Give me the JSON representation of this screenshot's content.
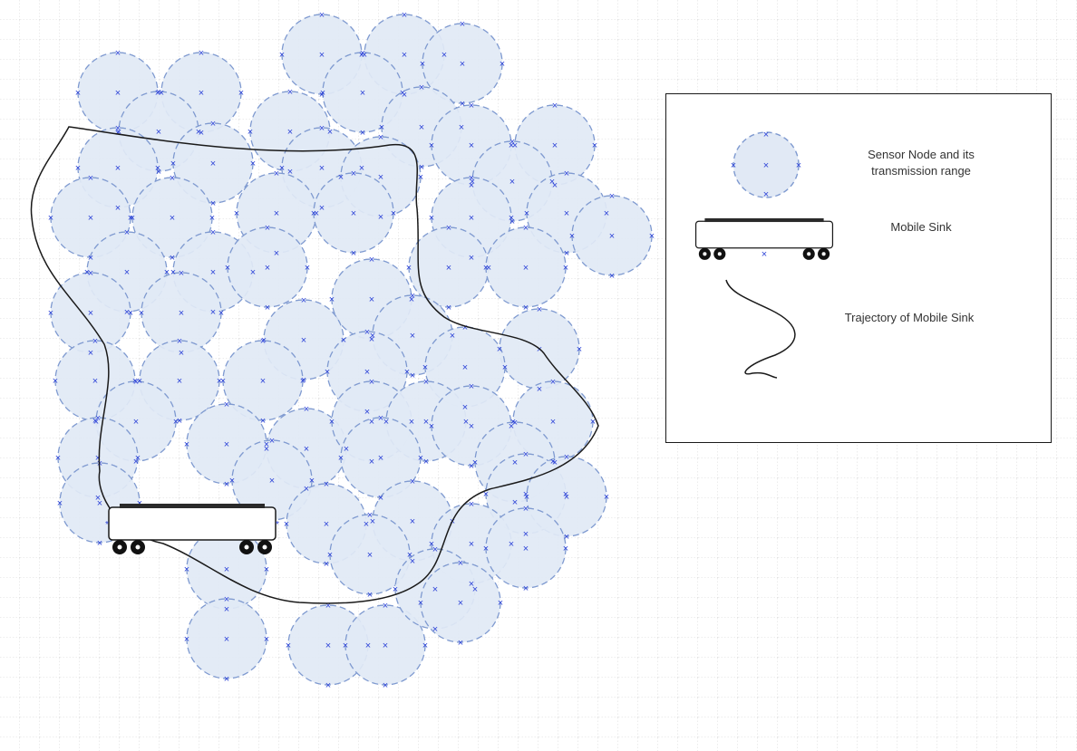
{
  "legend": {
    "sensor_label": "Sensor Node and its transmission range",
    "sink_label": "Mobile Sink",
    "trajectory_label": "Trajectory of Mobile Sink"
  },
  "colors": {
    "node_fill": "#e1e9f5",
    "node_stroke": "#7f9ad0",
    "node_marker": "#2f45d8",
    "trajectory": "#1a1a1a",
    "grid": "#c9c9c9"
  }
}
